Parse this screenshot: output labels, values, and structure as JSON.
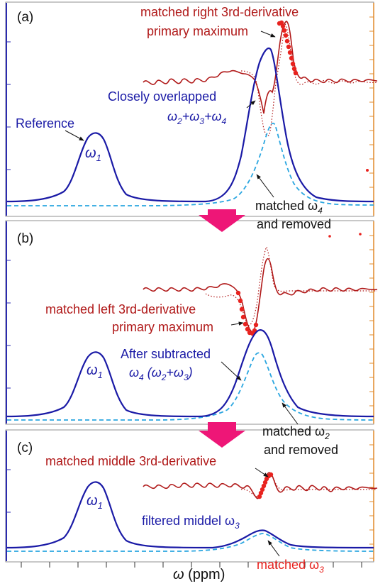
{
  "colors": {
    "blue": "#1a1aa6",
    "cyan": "#2aa6e0",
    "red": "#b01818",
    "accent_red": "#e8221e",
    "arrow": "#ee1677",
    "left_axis": "#2a2ab0",
    "right_axis": "#e08a2a"
  },
  "x_axis": {
    "label_main": "ω",
    "label_unit": " (ppm)",
    "tick_count": 13
  },
  "panels": [
    {
      "id": "a",
      "label": "(a)",
      "labels": {
        "ref": "Reference",
        "w1_base": "ω",
        "w1_sub": "1",
        "overlap": "Closely overlapped",
        "sum_w2": "ω",
        "sum_s2": "2",
        "sum_w3": "+ω",
        "sum_s3": "3",
        "sum_w4": "+ω",
        "sum_s4": "4",
        "deriv1": "matched right 3rd-derivative",
        "deriv2": "primary maximum",
        "matched1_base": "matched ω",
        "matched1_sub": "4",
        "matched2": "and removed"
      }
    },
    {
      "id": "b",
      "label": "(b)",
      "labels": {
        "w1_base": "ω",
        "w1_sub": "1",
        "deriv1": "matched left 3rd-derivative",
        "deriv2": "primary maximum",
        "after1": "After subtracted",
        "after_w4": "ω",
        "after_s4": "4",
        "after_open": " (ω",
        "after_s2": "2",
        "after_plus": "+ω",
        "after_s3": "3",
        "after_close": ")",
        "matched1_base": "matched ω",
        "matched1_sub": "2",
        "matched2": "and removed"
      }
    },
    {
      "id": "c",
      "label": "(c)",
      "labels": {
        "w1_base": "ω",
        "w1_sub": "1",
        "deriv": "matched middle 3rd-derivative",
        "filtered_base": "filtered middel ω",
        "filtered_sub": "3",
        "matched_base": "matched ω",
        "matched_sub": "3"
      }
    }
  ],
  "chart_data": [
    {
      "type": "line",
      "panel": "(a)",
      "series": [
        {
          "label_hint": "reference peak ω1",
          "x": [
            0.0,
            0.05,
            0.1,
            0.13,
            0.15,
            0.19,
            0.22,
            0.26,
            0.3
          ],
          "y": [
            0.02,
            0.05,
            0.22,
            0.55,
            0.6,
            0.45,
            0.15,
            0.04,
            0.02
          ]
        },
        {
          "label_hint": "ω2+ω3+ω4 overlapped",
          "x": [
            0.55,
            0.6,
            0.63,
            0.66,
            0.68,
            0.7,
            0.74,
            0.78,
            0.85,
            1.0
          ],
          "y": [
            0.03,
            0.12,
            0.4,
            0.75,
            1.0,
            0.9,
            0.35,
            0.1,
            0.04,
            0.02
          ]
        },
        {
          "label_hint": "matched ω4 (dashed)",
          "x": [
            0.55,
            0.62,
            0.66,
            0.69,
            0.72,
            0.76,
            0.82,
            1.0
          ],
          "y": [
            0.0,
            0.08,
            0.25,
            0.6,
            0.45,
            0.15,
            0.03,
            0.0
          ]
        }
      ]
    },
    {
      "type": "line",
      "panel": "(b)",
      "series": [
        {
          "label_hint": "reference peak ω1",
          "x": [
            0.0,
            0.1,
            0.15,
            0.2,
            0.3
          ],
          "y": [
            0.02,
            0.22,
            0.55,
            0.3,
            0.02
          ]
        },
        {
          "label_hint": "ω2+ω3 after subtraction",
          "x": [
            0.55,
            0.62,
            0.66,
            0.7,
            0.75,
            0.82,
            1.0
          ],
          "y": [
            0.02,
            0.15,
            0.65,
            0.7,
            0.25,
            0.05,
            0.02
          ]
        },
        {
          "label_hint": "matched ω2 (dashed)",
          "x": [
            0.55,
            0.63,
            0.68,
            0.72,
            0.8,
            1.0
          ],
          "y": [
            0.0,
            0.15,
            0.58,
            0.4,
            0.06,
            0.0
          ]
        }
      ]
    },
    {
      "type": "line",
      "panel": "(c)",
      "series": [
        {
          "label_hint": "reference peak ω1",
          "x": [
            0.0,
            0.1,
            0.15,
            0.2,
            0.3
          ],
          "y": [
            0.02,
            0.25,
            0.78,
            0.3,
            0.02
          ]
        },
        {
          "label_hint": "filtered ω3",
          "x": [
            0.5,
            0.6,
            0.66,
            0.72,
            0.85,
            1.0
          ],
          "y": [
            0.02,
            0.08,
            0.28,
            0.12,
            0.04,
            0.02
          ]
        },
        {
          "label_hint": "matched ω3 (dashed)",
          "x": [
            0.5,
            0.62,
            0.67,
            0.72,
            0.85,
            1.0
          ],
          "y": [
            0.0,
            0.06,
            0.26,
            0.1,
            0.01,
            0.0
          ]
        }
      ]
    }
  ]
}
